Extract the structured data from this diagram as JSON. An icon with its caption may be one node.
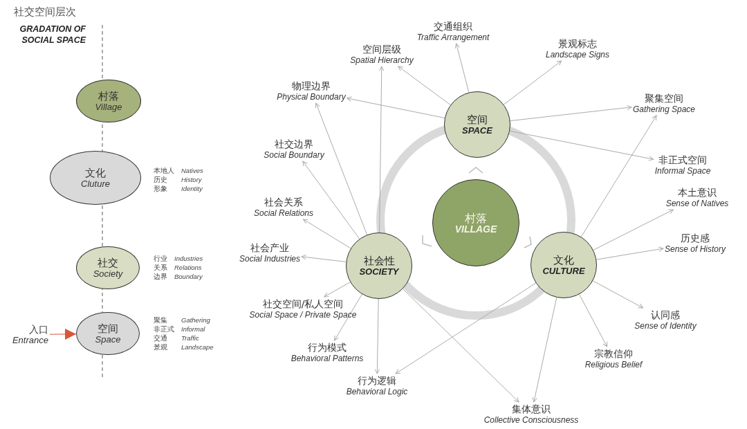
{
  "diagram": {
    "title": "社交空间层次",
    "labels": [
      "GRADATION OF SOCIAL SPACE"
    ],
    "nodes": [
      {
        "text": [
          "村落",
          "Village"
        ]
      },
      {
        "text": [
          "文化",
          "Cluture"
        ],
        "beside": [
          "本地人",
          "Natives",
          "历史",
          "History",
          "形象",
          "Identity"
        ]
      },
      {
        "text": [
          "社交",
          "Society"
        ],
        "beside": [
          "行业",
          "Industries",
          "关系",
          "Relations",
          "边界",
          "Boundary"
        ]
      },
      {
        "text": [
          "空间",
          "Space"
        ],
        "beside": [
          "聚集",
          "Gathering",
          "非正式",
          "Informal",
          "交通",
          "Traffic",
          "景观",
          "Landscape"
        ]
      },
      {
        "text": [
          "入口",
          "Entrance"
        ]
      },
      {
        "text": [
          "村落",
          "VILLAGE"
        ]
      },
      {
        "text": [
          "空间",
          "SPACE"
        ]
      },
      {
        "text": [
          "社会性",
          "SOCIETY"
        ]
      },
      {
        "text": [
          "文化",
          "CULTURE"
        ]
      },
      {
        "text": [
          "交通组织",
          "Traffic Arrangement"
        ]
      },
      {
        "text": [
          "景观标志",
          "Landscape Signs"
        ]
      },
      {
        "text": [
          "空间层级",
          "Spatial Hierarchy"
        ]
      },
      {
        "text": [
          "物理边界",
          "Physical Boundary"
        ]
      },
      {
        "text": [
          "聚集空间",
          "Gathering Space"
        ]
      },
      {
        "text": [
          "社交边界",
          "Social Boundary"
        ]
      },
      {
        "text": [
          "非正式空间",
          "Informal Space"
        ]
      },
      {
        "text": [
          "本土意识",
          "Sense of Natives"
        ]
      },
      {
        "text": [
          "社会关系",
          "Social Relations"
        ]
      },
      {
        "text": [
          "历史感",
          "Sense of History"
        ]
      },
      {
        "text": [
          "社会产业",
          "Social Industries"
        ]
      },
      {
        "text": [
          "社交空间/私人空间",
          "Social Space / Private Space"
        ]
      },
      {
        "text": [
          "认同感",
          "Sense of Identity"
        ]
      },
      {
        "text": [
          "行为模式",
          "Behavioral Patterns"
        ]
      },
      {
        "text": [
          "宗教信仰",
          "Religious Belief"
        ]
      },
      {
        "text": [
          "行为逻辑",
          "Behavioral Logic"
        ]
      },
      {
        "text": [
          "集体意识",
          "Collective Consciousness"
        ]
      }
    ],
    "edges": [
      {
        "from": 4,
        "to": 3,
        "arrow": "to",
        "color": "#d9553a"
      },
      {
        "from": 6,
        "to": 9,
        "arrow": "to"
      },
      {
        "from": 6,
        "to": 10,
        "arrow": "to"
      },
      {
        "from": 6,
        "to": 11,
        "arrow": "to"
      },
      {
        "from": 6,
        "to": 12,
        "arrow": "to"
      },
      {
        "from": 6,
        "to": 13,
        "arrow": "to"
      },
      {
        "from": 6,
        "to": 15,
        "arrow": "to"
      },
      {
        "from": 7,
        "to": 12,
        "arrow": "to"
      },
      {
        "from": 7,
        "to": 11,
        "arrow": "to"
      },
      {
        "from": 7,
        "to": 14,
        "arrow": "to"
      },
      {
        "from": 7,
        "to": 17,
        "arrow": "to"
      },
      {
        "from": 7,
        "to": 19,
        "arrow": "to"
      },
      {
        "from": 7,
        "to": 20,
        "arrow": "to"
      },
      {
        "from": 7,
        "to": 22,
        "arrow": "to"
      },
      {
        "from": 7,
        "to": 24,
        "arrow": "to"
      },
      {
        "from": 7,
        "to": 25,
        "arrow": "to"
      },
      {
        "from": 8,
        "to": 13,
        "arrow": "to"
      },
      {
        "from": 8,
        "to": 16,
        "arrow": "to"
      },
      {
        "from": 8,
        "to": 18,
        "arrow": "to"
      },
      {
        "from": 8,
        "to": 21,
        "arrow": "to"
      },
      {
        "from": 8,
        "to": 23,
        "arrow": "to"
      },
      {
        "from": 8,
        "to": 25,
        "arrow": "to"
      },
      {
        "from": 8,
        "to": 24,
        "arrow": "to"
      }
    ]
  }
}
